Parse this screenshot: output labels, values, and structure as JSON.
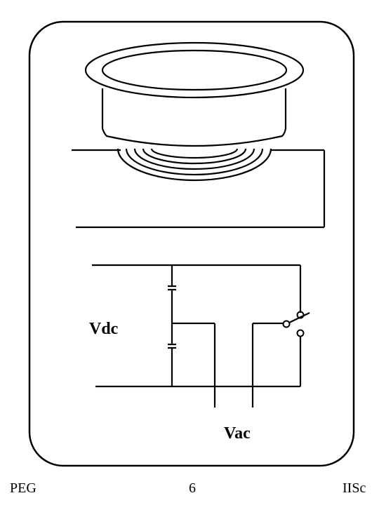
{
  "labels": {
    "vdc": "Vdc",
    "vac": "Vac"
  },
  "footer": {
    "left": "PEG",
    "center": "6",
    "right": "IISc"
  },
  "colors": {
    "line": "#000000",
    "background": "#ffffff"
  }
}
